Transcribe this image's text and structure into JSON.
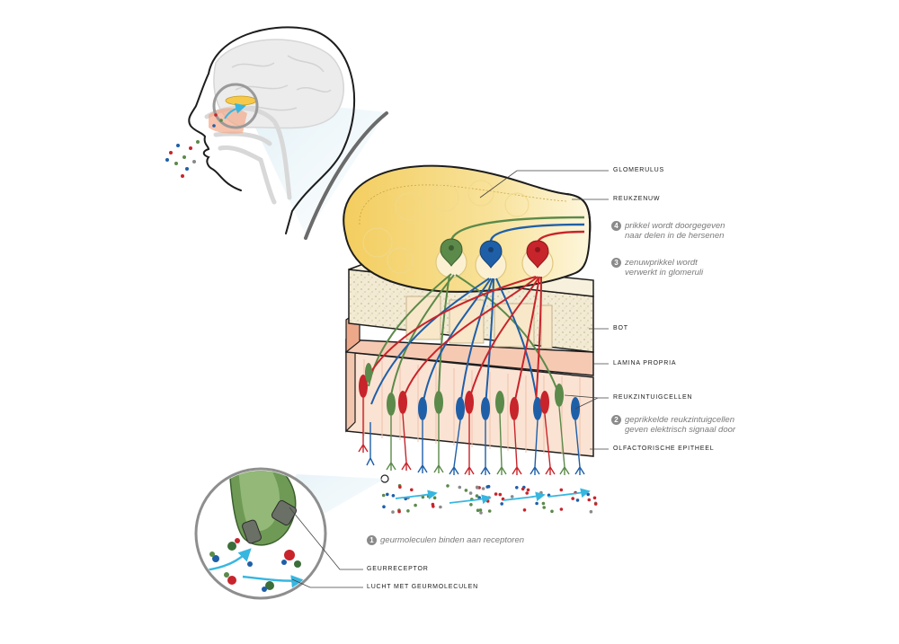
{
  "labels": {
    "glomerulus": "GLOMERULUS",
    "olfactory_nerve": "REUKZENUW",
    "bone": "BOT",
    "lamina_propria": "LAMINA PROPRIA",
    "olfactory_cells": "REUKZINTUIGCELLEN",
    "olfactory_epithelium": "OLFACTORISCHE EPITHEEL",
    "odor_receptor": "GEURRECEPTOR",
    "air_with_odor_molecules": "LUCHT MET GEURMOLECULEN"
  },
  "steps": [
    {
      "num": "1",
      "line1": "geurmoleculen binden aan receptoren",
      "line2": ""
    },
    {
      "num": "2",
      "line1": "geprikkelde reukzintuigcellen",
      "line2": "geven elektrisch signaal door"
    },
    {
      "num": "3",
      "line1": "zenuwprikkel wordt",
      "line2": "verwerkt in glomeruli"
    },
    {
      "num": "4",
      "line1": "prikkel wordt doorgegeven",
      "line2": "naar delen in de hersenen"
    }
  ],
  "colors": {
    "neuron_green": "#5b8a4a",
    "neuron_blue": "#1f5fa8",
    "neuron_red": "#c8242b",
    "bulb_yellow": "#f6d87a",
    "bone": "#f4ecd4",
    "lamina_propria": "#f6c9b3",
    "epithelium": "#fbe3d3",
    "air_arrow": "#37b6e0"
  }
}
